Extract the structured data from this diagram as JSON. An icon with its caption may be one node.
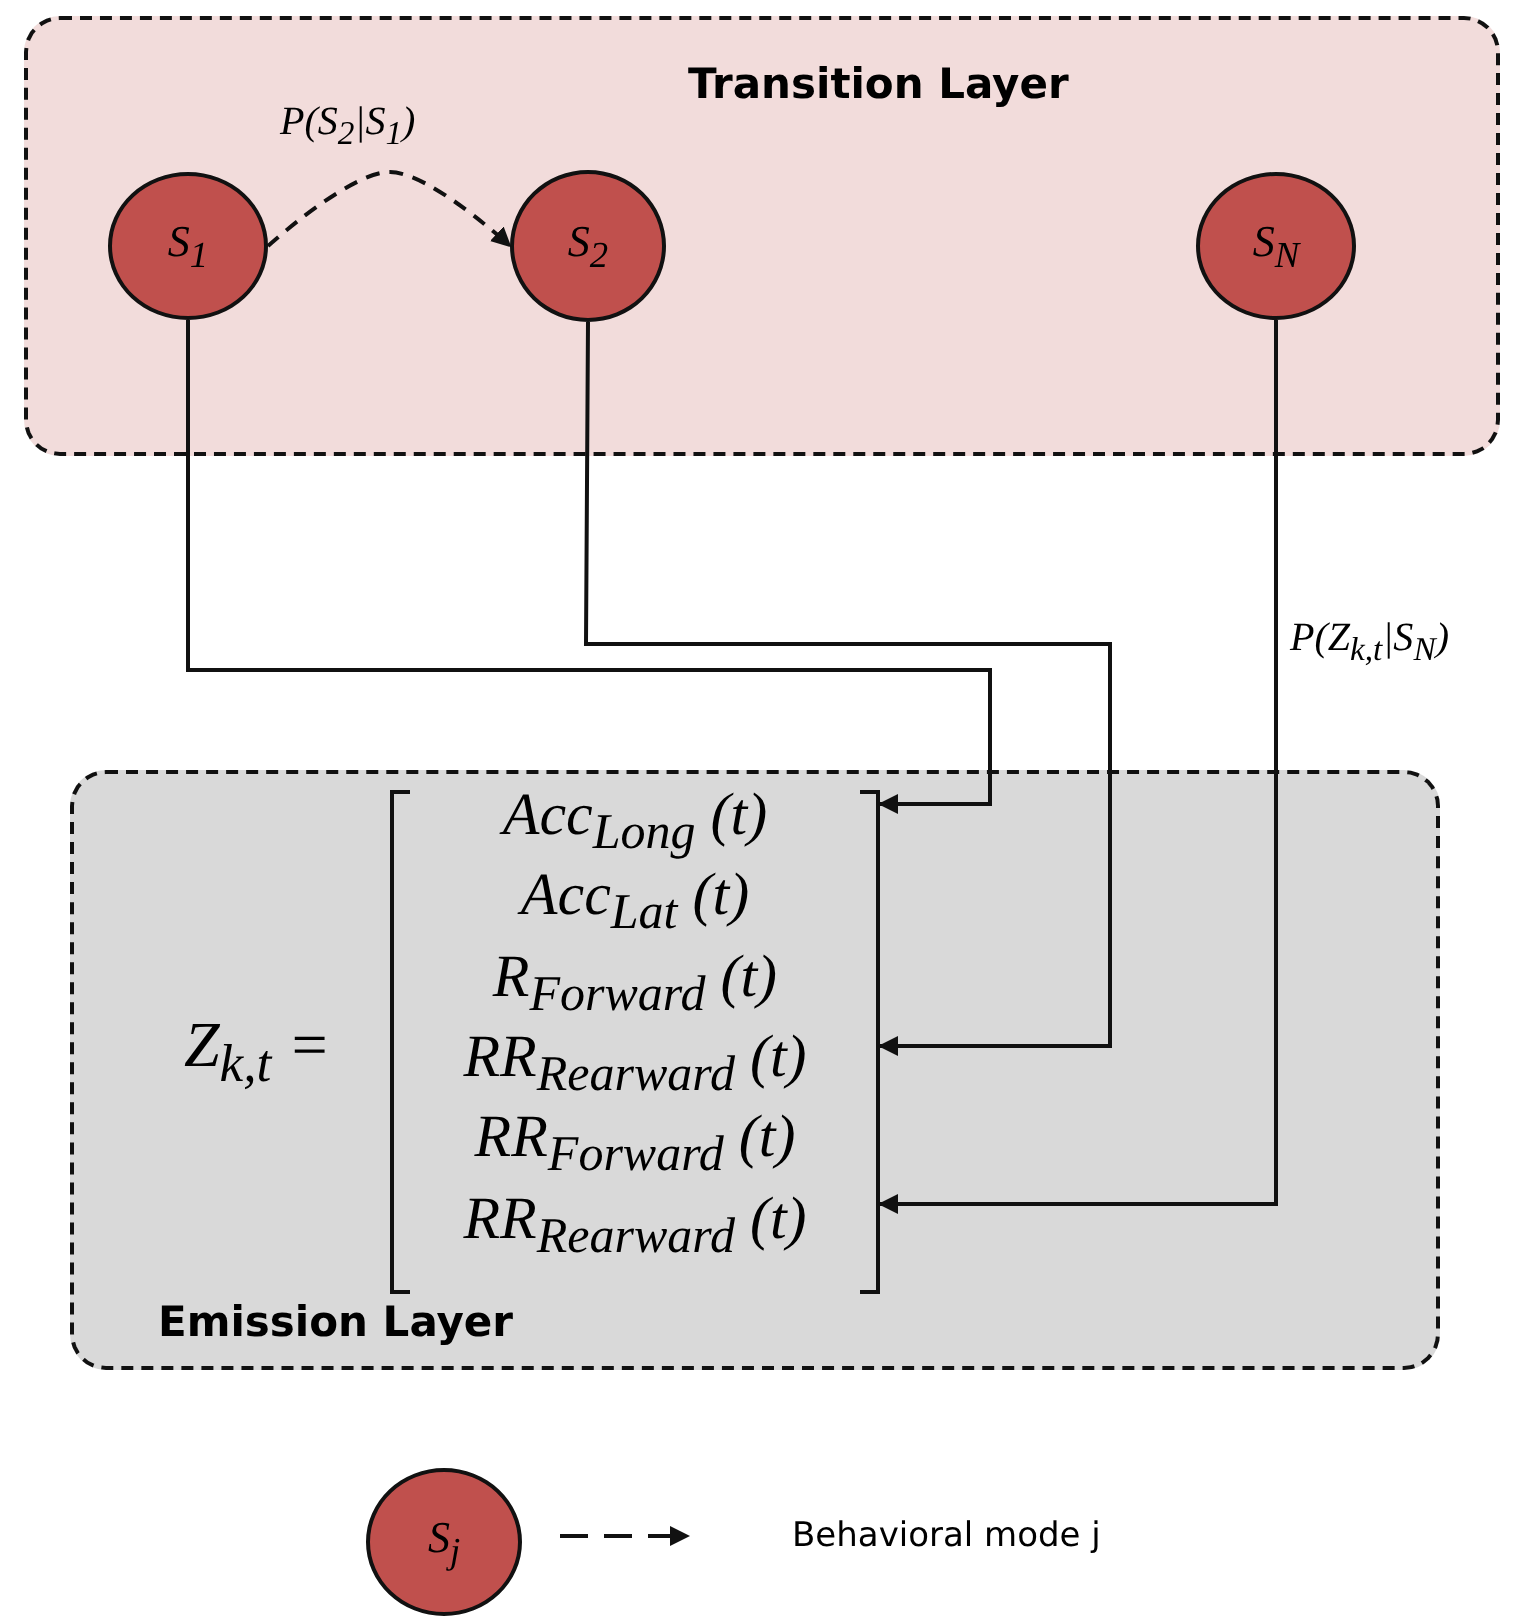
{
  "diagram": {
    "nodes": [
      {
        "text": [
          "Transition Layer"
        ]
      },
      {
        "text": [
          "S$_{1}$"
        ],
        "in": 0
      },
      {
        "text": [
          "S$_{2}$"
        ],
        "in": 0
      },
      {
        "text": [
          "S$_{N}$"
        ],
        "in": 0
      },
      {
        "text": [
          "Emission Layer"
        ]
      },
      {
        "text": [
          "Acc$_{Long}$ (t)",
          "Acc$_{Lat}$ (t)",
          "R$_{Forward}$ (t)",
          "RR$_{Rearward}$ (t)",
          "RR$_{Forward}$ (t)",
          "RR$_{Rearward}$ (t)"
        ],
        "in": 4
      },
      {
        "text": [
          "S$_{j}$"
        ]
      }
    ],
    "edges": [
      {
        "from": 1,
        "to": 2,
        "arrow": "to",
        "style": "dashed",
        "label": "P(S$_{2}$|S$_{1}$)"
      },
      {
        "from": 1,
        "to": 5,
        "arrow": "to"
      },
      {
        "from": 2,
        "to": 5,
        "arrow": "to"
      },
      {
        "from": 3,
        "to": 5,
        "arrow": "to",
        "label": "P(Z$_{k,t}$|S$_{N}$)"
      }
    ],
    "labels": [
      "Z$_{k,t}$ ="
    ],
    "legend": [
      {
        "text": "Behavioral mode j"
      }
    ]
  }
}
